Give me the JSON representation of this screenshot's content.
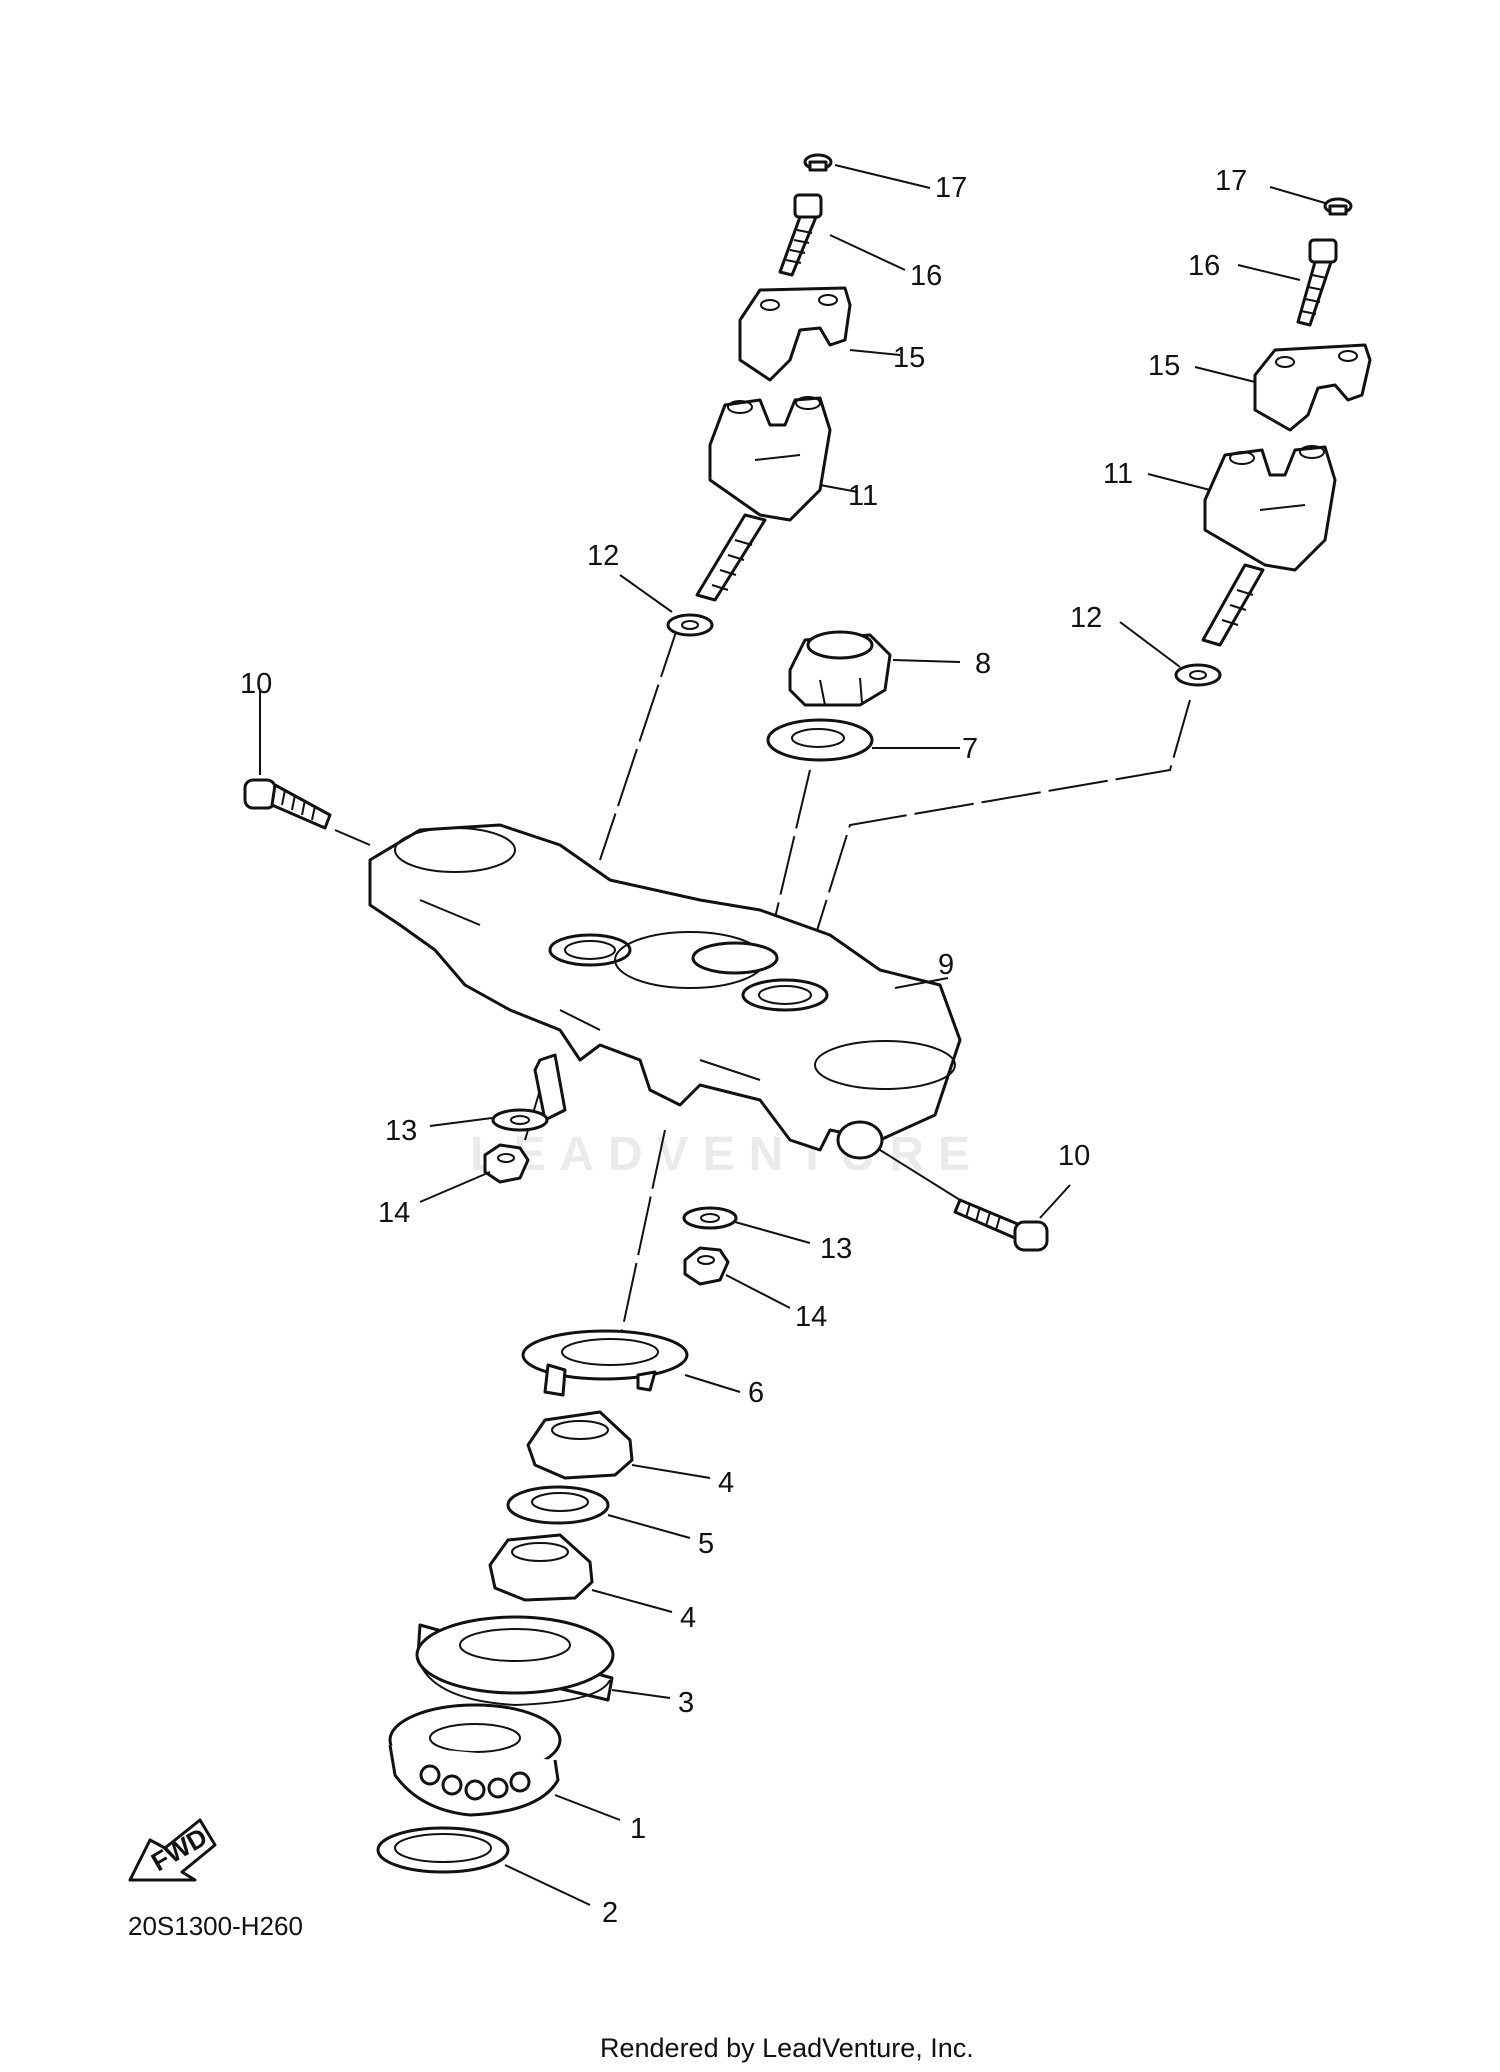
{
  "diagram": {
    "code": "20S1300-H260",
    "credit": "Rendered by LeadVenture, Inc.",
    "watermark": "LEADVENTURE",
    "fwd_label": "FWD",
    "callouts": [
      {
        "id": "c17a",
        "label": "17"
      },
      {
        "id": "c16a",
        "label": "16"
      },
      {
        "id": "c15a",
        "label": "15"
      },
      {
        "id": "c11a",
        "label": "11"
      },
      {
        "id": "c12a",
        "label": "12"
      },
      {
        "id": "c17b",
        "label": "17"
      },
      {
        "id": "c16b",
        "label": "16"
      },
      {
        "id": "c15b",
        "label": "15"
      },
      {
        "id": "c11b",
        "label": "11"
      },
      {
        "id": "c12b",
        "label": "12"
      },
      {
        "id": "c8",
        "label": "8"
      },
      {
        "id": "c7",
        "label": "7"
      },
      {
        "id": "c10a",
        "label": "10"
      },
      {
        "id": "c9",
        "label": "9"
      },
      {
        "id": "c13a",
        "label": "13"
      },
      {
        "id": "c14a",
        "label": "14"
      },
      {
        "id": "c10b",
        "label": "10"
      },
      {
        "id": "c13b",
        "label": "13"
      },
      {
        "id": "c14b",
        "label": "14"
      },
      {
        "id": "c6",
        "label": "6"
      },
      {
        "id": "c4a",
        "label": "4"
      },
      {
        "id": "c5",
        "label": "5"
      },
      {
        "id": "c4b",
        "label": "4"
      },
      {
        "id": "c3",
        "label": "3"
      },
      {
        "id": "c1",
        "label": "1"
      },
      {
        "id": "c2",
        "label": "2"
      }
    ]
  }
}
